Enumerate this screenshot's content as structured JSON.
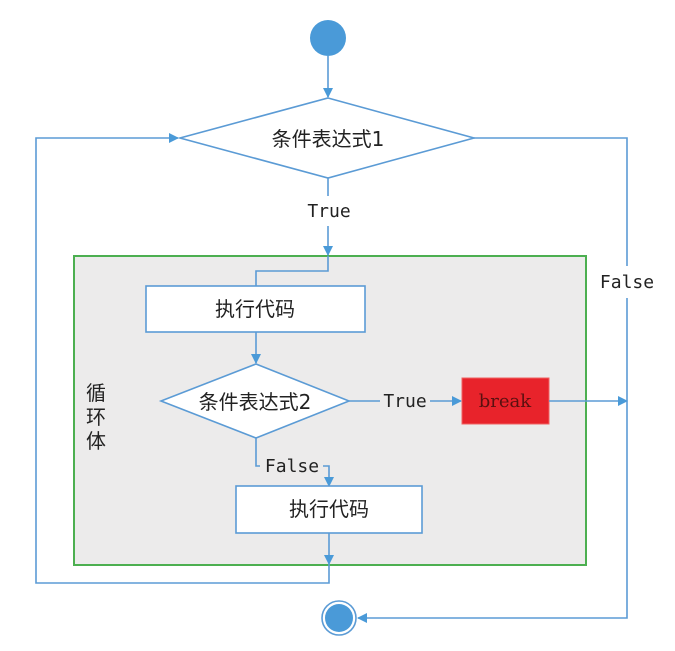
{
  "diagram": {
    "type": "flowchart",
    "nodes": {
      "start": {
        "kind": "start-circle"
      },
      "cond1": {
        "label": "条件表达式1",
        "kind": "decision"
      },
      "loop_body": {
        "label": "循环体",
        "kind": "group"
      },
      "exec1": {
        "label": "执行代码",
        "kind": "process"
      },
      "cond2": {
        "label": "条件表达式2",
        "kind": "decision"
      },
      "break": {
        "label": "break",
        "kind": "process-highlight"
      },
      "exec2": {
        "label": "执行代码",
        "kind": "process"
      },
      "end": {
        "kind": "end-circle"
      }
    },
    "edges": {
      "cond1_true": "True",
      "cond1_false": "False",
      "cond2_true": "True",
      "cond2_false": "False"
    },
    "colors": {
      "line": "#5b9bd5",
      "node_fill": "#4a9ad8",
      "group_border": "#4caf50",
      "group_fill": "#ecebeb",
      "break_fill": "#e8232b"
    }
  }
}
